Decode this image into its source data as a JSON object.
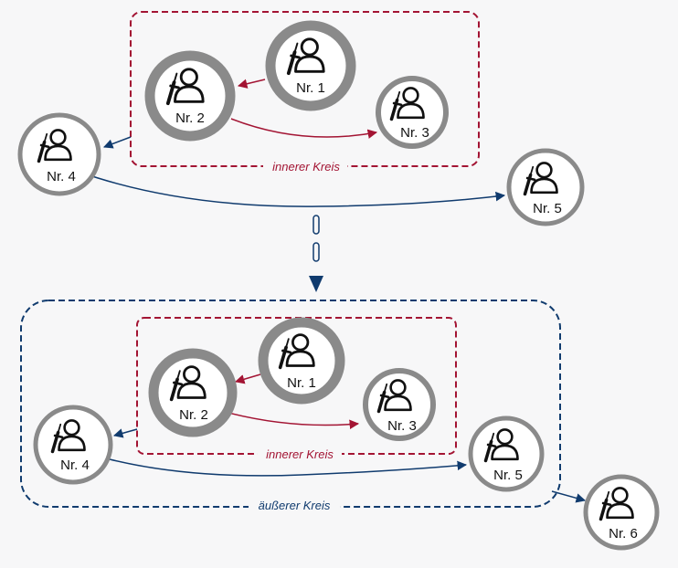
{
  "colors": {
    "inner": "#a31433",
    "outer": "#103b6e",
    "ring": "#8a8a8a",
    "icon": "#111111",
    "background": "#f7f7f8"
  },
  "icon": "person-with-dagger-icon",
  "top": {
    "inner_label": "innerer Kreis",
    "nodes": {
      "n1": "Nr. 1",
      "n2": "Nr. 2",
      "n3": "Nr. 3",
      "n4": "Nr. 4",
      "n5": "Nr. 5"
    }
  },
  "bottom": {
    "inner_label": "innerer Kreis",
    "outer_label": "äußerer Kreis",
    "nodes": {
      "n1": "Nr. 1",
      "n2": "Nr. 2",
      "n3": "Nr. 3",
      "n4": "Nr. 4",
      "n5": "Nr. 5",
      "n6": "Nr. 6"
    }
  }
}
